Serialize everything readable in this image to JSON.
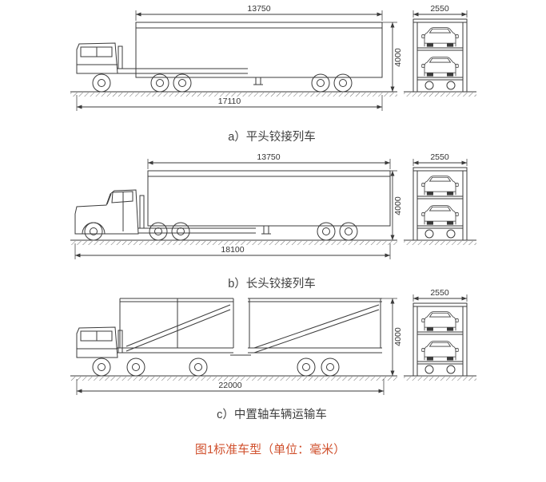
{
  "figures": [
    {
      "label": "a）平头铰接列车",
      "dims": {
        "box_length": "13750",
        "height": "4000",
        "total_length": "17110",
        "rear_width": "2550"
      }
    },
    {
      "label": "b）长头铰接列车",
      "dims": {
        "box_length": "13750",
        "height": "4000",
        "total_length": "18100",
        "rear_width": "2550"
      }
    },
    {
      "label": "c）中置轴车辆运输车",
      "dims": {
        "height": "4000",
        "total_length": "22000",
        "rear_width": "2550"
      }
    }
  ],
  "caption": "图1标准车型（单位：毫米）",
  "colors": {
    "line": "#3b3b3b",
    "text": "#333333",
    "caption": "#d0512e"
  }
}
